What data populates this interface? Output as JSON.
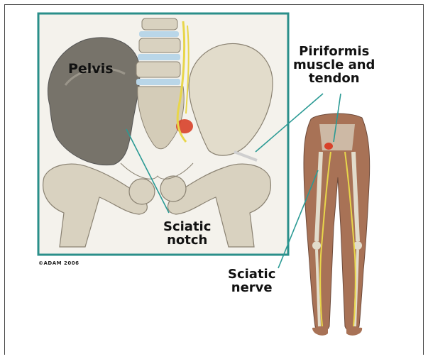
{
  "labels": {
    "pelvis": "Pelvis",
    "piriformis": [
      "Piriformis",
      "muscle and",
      "tendon"
    ],
    "sciatic_notch": [
      "Sciatic",
      "notch"
    ],
    "sciatic_nerve": [
      "Sciatic",
      "nerve"
    ],
    "copyright": "©ADAM 2006"
  },
  "colors": {
    "inset_border": "#2a8f8a",
    "leader_line": "#2a9a94",
    "bone": "#d9d2c0",
    "bone_shadow": "#8a8272",
    "pelvis_dark": "#6e6a62",
    "disc": "#b9d6e8",
    "nerve": "#e8d64a",
    "muscle": "#d8412a",
    "skin": "#b07a5c"
  }
}
